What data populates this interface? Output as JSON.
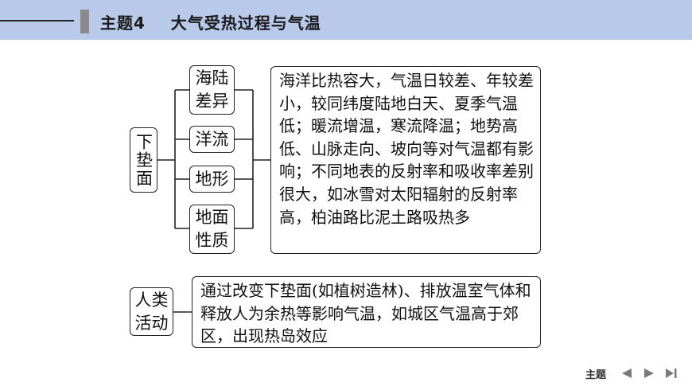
{
  "header": {
    "title": "主题4    大气受热过程与气温"
  },
  "diagram": {
    "root": "下垫面",
    "factors": [
      "海陆差异",
      "洋流",
      "地形",
      "地面性质"
    ],
    "root_description": "海洋比热容大，气温日较差、年较差小，较同纬度陆地白天、夏季气温低；暖流增温，寒流降温；地势高低、山脉走向、坡向等对气温都有影响；不同地表的反射率和吸收率差别很大，如冰雪对太阳辐射的反射率高，柏油路比泥土路吸热多",
    "human": "人类活动",
    "human_description": "通过改变下垫面(如植树造林)、排放温室气体和释放人为余热等影响气温，如城区气温高于郊区，出现热岛效应"
  },
  "footer": {
    "nav_label": "主题"
  },
  "icons": {
    "prev": "triangle-left-icon",
    "next": "triangle-right-icon",
    "last": "skip-end-icon"
  },
  "colors": {
    "header_bg": "#b9c9ea",
    "line": "#222222"
  }
}
